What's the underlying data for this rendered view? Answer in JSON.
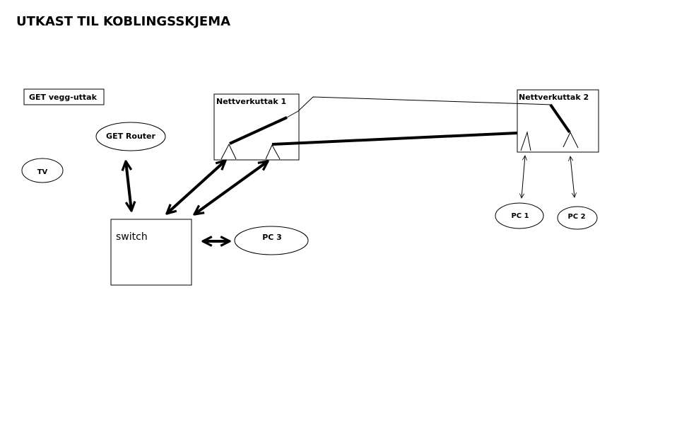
{
  "title": "UTKAST TIL KOBLINGSSKJEMA",
  "nodes": {
    "wall_outlet": "GET vegg-uttak",
    "router": "GET Router",
    "tv": "TV",
    "switch": "switch",
    "pc3": "PC 3",
    "network_outlet_1": "Nettverkuttak 1",
    "network_outlet_2": "Nettverkuttak 2",
    "pc1": "PC 1",
    "pc2": "PC 2"
  }
}
